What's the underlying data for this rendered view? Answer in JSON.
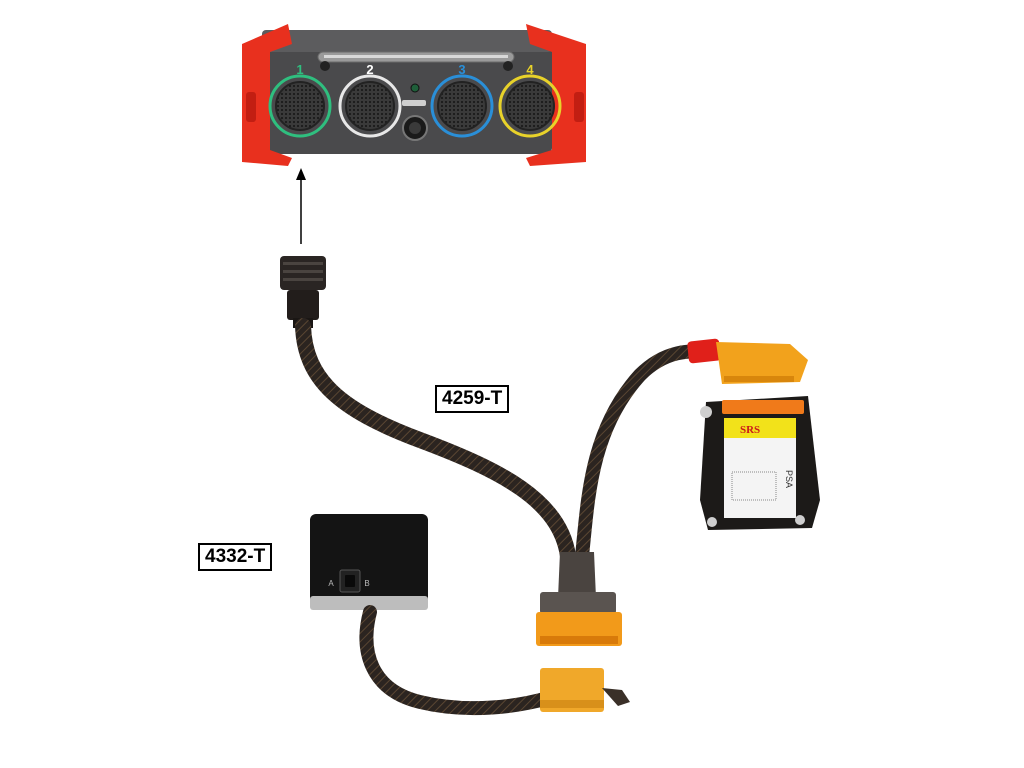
{
  "labels": {
    "harness": "4259-T",
    "box": "4332-T"
  },
  "station": {
    "ports": [
      "1",
      "2",
      "3",
      "4"
    ],
    "port_colors": [
      "#2fbf7f",
      "#e8e8e8",
      "#2a8fd8",
      "#e8d22a"
    ]
  },
  "ecu": {
    "badge": "SRS",
    "brand": "PSA"
  },
  "box_buttons": [
    "A",
    "B"
  ],
  "colors": {
    "bumper": "#e8301e",
    "station_body": "#4a4a4c",
    "cable": "#2b2420",
    "connector_orange": "#f29a1a",
    "connector_yellow": "#f0a82a"
  }
}
